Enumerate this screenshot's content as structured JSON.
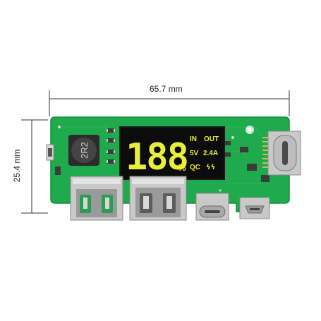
{
  "dimensions": {
    "width": "65.7 mm",
    "height": "25.4 mm"
  },
  "board": {
    "inductor_marking": "2R2",
    "display": {
      "digits": "188",
      "percent": "%",
      "in_label": "IN",
      "out_label": "OUT",
      "voltage_label": "5V",
      "current_label": "2.4A",
      "qc_label": "QC",
      "lightning_glyph": "ϟϟ"
    },
    "colors": {
      "pcb": "#1faa4e",
      "pcb_edge": "#168a3e",
      "lcd_bg": "#0c0c0c",
      "lcd_text": "#e9ee3a",
      "metal": "#c9c9c9"
    }
  },
  "icons": [
    "usb-a-port-icon",
    "usb-c-port-icon",
    "micro-usb-port-icon",
    "inductor-icon",
    "lcd-display-icon"
  ]
}
